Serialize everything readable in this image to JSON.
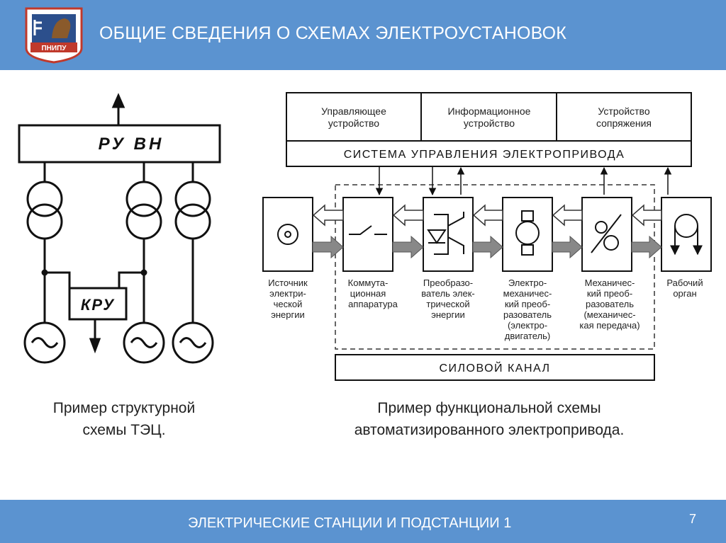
{
  "header": {
    "title": "ОБЩИЕ СВЕДЕНИЯ О СХЕМАХ ЭЛЕКТРОУСТАНОВОК",
    "logo_text": "ПНИПУ"
  },
  "left_diagram": {
    "bus_label": "РУ ВН",
    "kru_label": "КРУ",
    "caption_line1": "Пример структурной",
    "caption_line2": "схемы ТЭЦ."
  },
  "right_diagram": {
    "top_blocks": {
      "control_device": [
        "Управляющее",
        "устройство"
      ],
      "info_device": [
        "Информационное",
        "устройство"
      ],
      "interface_device": [
        "Устройство",
        "сопряжения"
      ]
    },
    "control_system": "СИСТЕМА УПРАВЛЕНИЯ ЭЛЕКТРОПРИВОДА",
    "power_channel": "СИЛОВОЙ КАНАЛ",
    "block_labels": {
      "source": [
        "Источник",
        "электри-",
        "ческой",
        "энергии"
      ],
      "switching": [
        "Коммута-",
        "ционная",
        "аппаратура"
      ],
      "converter": [
        "Преобразо-",
        "ватель элек-",
        "трической",
        "энергии"
      ],
      "electromech": [
        "Электро-",
        "механичес-",
        "кий преоб-",
        "разователь",
        "(электро-",
        "двигатель)"
      ],
      "mechanical": [
        "Механичес-",
        "кий преоб-",
        "разователь",
        "(механичес-",
        "кая передача)"
      ],
      "working": [
        "Рабочий",
        "орган"
      ]
    },
    "caption_line1": "Пример функциональной схемы",
    "caption_line2": "автоматизированного электропривода."
  },
  "footer": {
    "title": "ЭЛЕКТРИЧЕСКИЕ СТАНЦИИ И ПОДСТАНЦИИ 1",
    "page_number": "7"
  }
}
